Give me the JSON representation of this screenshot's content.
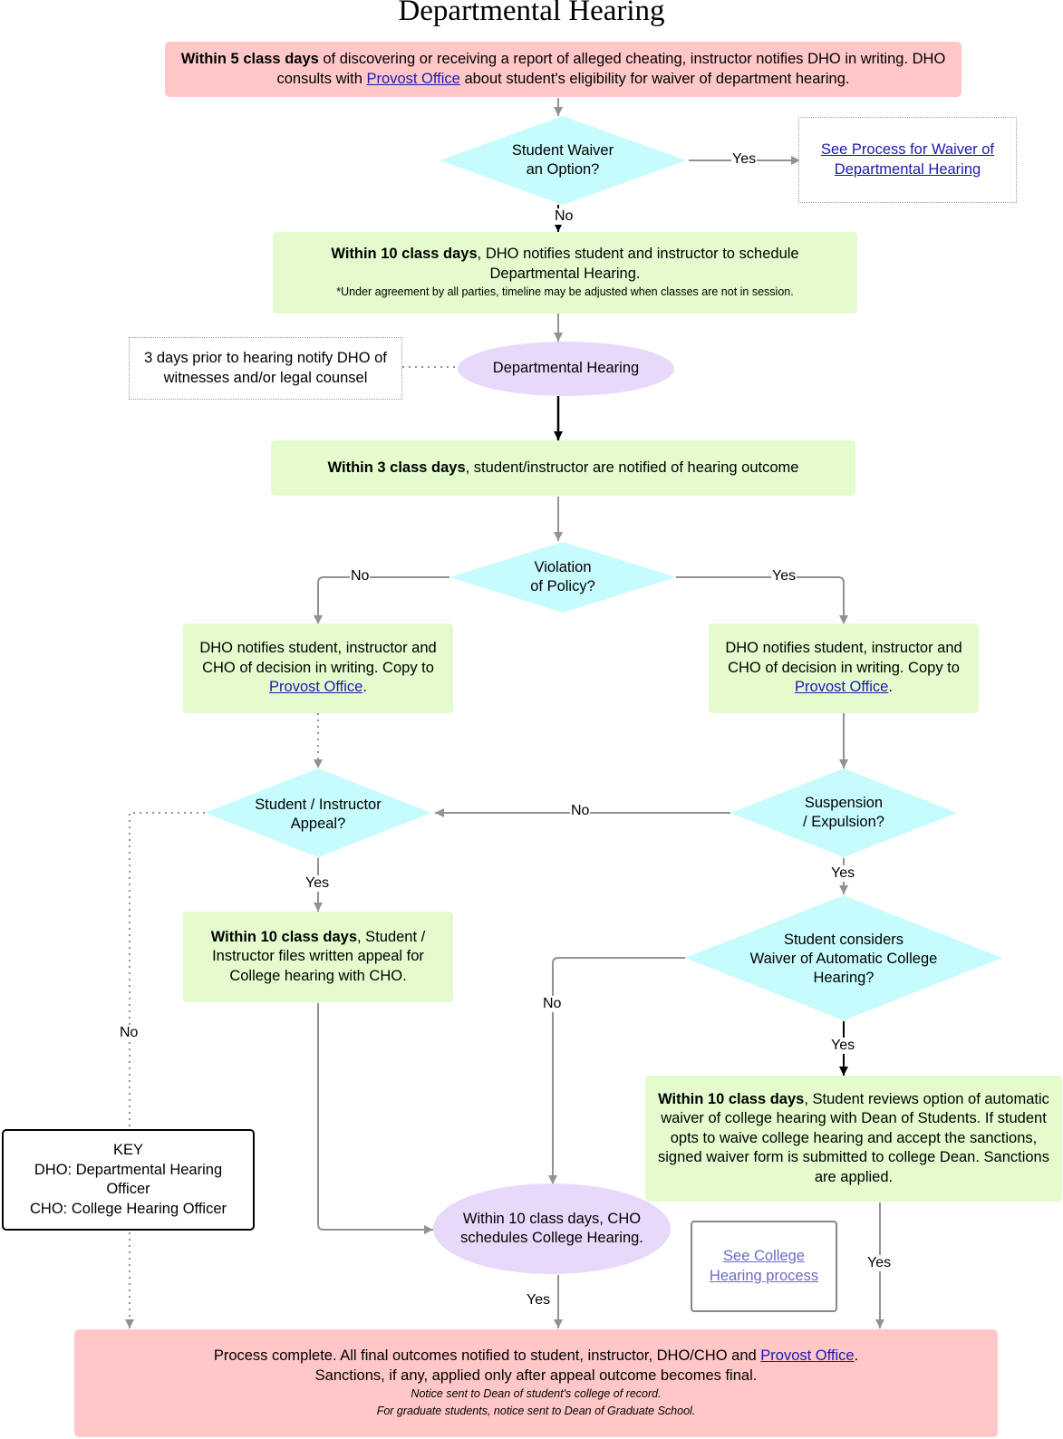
{
  "title": "Departmental Hearing",
  "nodes": {
    "notify": {
      "bold": "Within 5 class days",
      "text_1": " of discovering or receiving a report of alleged cheating, instructor notifies DHO in writing. DHO consults with ",
      "link": "Provost Office",
      "text_2": " about student's eligibility for waiver of department hearing."
    },
    "waiver_decision": {
      "line_1": "Student Waiver",
      "line_2": "an Option?"
    },
    "waiver_link": {
      "line_1": "See Process for Waiver of",
      "line_2": "Departmental Hearing"
    },
    "schedule_hearing": {
      "bold": "Within 10 class days",
      "text": ", DHO notifies student and instructor to schedule Departmental Hearing.",
      "note": "*Under agreement by all parties, timeline may be adjusted when classes are not in session."
    },
    "witness_note": "3 days prior to hearing notify DHO of witnesses and/or legal counsel",
    "hearing": "Departmental Hearing",
    "outcome": {
      "bold": "Within 3 class days",
      "text": ", student/instructor are notified of hearing outcome"
    },
    "violation_decision": {
      "line_1": "Violation",
      "line_2": "of Policy?"
    },
    "notify_no": {
      "text": "DHO notifies student, instructor and CHO of decision in writing. Copy to ",
      "link": "Provost Office",
      "end": "."
    },
    "notify_yes": {
      "text": "DHO notifies student, instructor and CHO of decision in writing. Copy to ",
      "link": "Provost Office",
      "end": "."
    },
    "appeal_decision": {
      "line_1": "Student / Instructor",
      "line_2": "Appeal?"
    },
    "suspension_decision": {
      "line_1": "Suspension",
      "line_2": "/ Expulsion?"
    },
    "file_appeal": {
      "bold": "Within 10 class days",
      "text": ", Student / Instructor files written appeal for College hearing with CHO."
    },
    "waiver_college_decision": {
      "line_1": "Student considers",
      "line_2": "Waiver of Automatic College",
      "line_3": "Hearing?"
    },
    "review_waiver": {
      "bold": "Within 10 class days",
      "text": ", Student reviews option of automatic waiver of college hearing with Dean of Students. If student opts to waive college hearing and accept the sanctions, signed waiver form is submitted to college Dean. Sanctions are applied."
    },
    "key": {
      "title": "KEY",
      "dho": "DHO: Departmental Hearing Officer",
      "cho": "CHO: College Hearing Officer"
    },
    "college_hearing": "Within 10 class days, CHO schedules College Hearing.",
    "college_link": {
      "line_1": "See College",
      "line_2": "Hearing process"
    },
    "complete": {
      "text_1": "Process complete. All final outcomes notified to student, instructor, DHO/CHO and ",
      "link": "Provost Office",
      "end": ".",
      "line_2": "Sanctions, if any, applied only after appeal outcome becomes final.",
      "note_1": "Notice sent to Dean of student's college of record.",
      "note_2": "For graduate students, notice sent to Dean of Graduate School."
    }
  },
  "edge_labels": {
    "waiver_yes": "Yes",
    "waiver_no": "No",
    "violation_no": "No",
    "violation_yes": "Yes",
    "suspension_no": "No",
    "appeal_yes": "Yes",
    "appeal_no": "No",
    "suspension_yes": "Yes",
    "college_waiver_no": "No",
    "college_waiver_yes": "Yes",
    "review_yes": "Yes",
    "hearing_yes": "Yes"
  },
  "colors": {
    "red_box": "#ffc7c7",
    "green_box": "#e4fccd",
    "decision": "#c6fcfd",
    "oval": "#e8d9fb",
    "connector": "#929292",
    "link": "#1a1ab0"
  }
}
